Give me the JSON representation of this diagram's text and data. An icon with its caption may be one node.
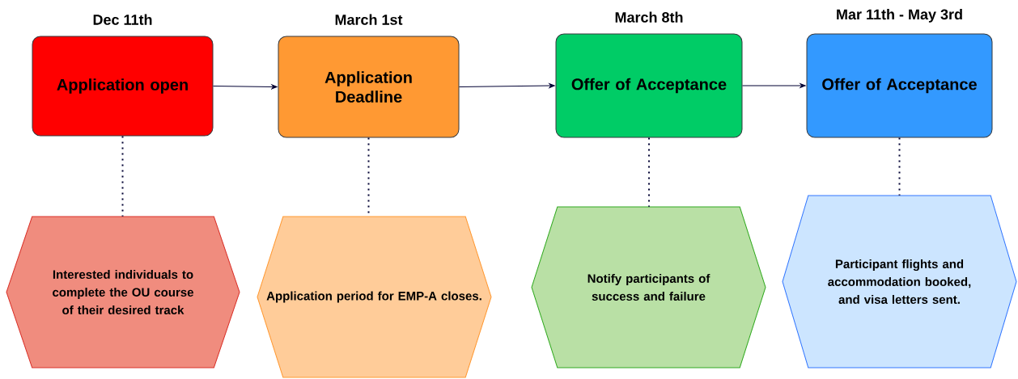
{
  "diagram": {
    "nodes": [
      {
        "text": [
          "Application open"
        ],
        "beside": [
          "Dec 11th"
        ]
      },
      {
        "text": [
          "Interested individuals to complete the OU course of their desired track"
        ]
      },
      {
        "text": [
          "Application Deadline"
        ],
        "beside": [
          "March 1st"
        ]
      },
      {
        "text": [
          "Application period for EMP-A closes."
        ]
      },
      {
        "text": [
          "Offer of Acceptance"
        ],
        "beside": [
          "March 8th"
        ]
      },
      {
        "text": [
          "Notify participants of success and failure"
        ]
      },
      {
        "text": [
          "Offer of Acceptance"
        ],
        "beside": [
          "Mar 11th - May 3rd"
        ]
      },
      {
        "text": [
          "Participant flights and accommodation booked, and visa letters sent."
        ]
      }
    ],
    "edges": [
      {
        "from": 0,
        "to": 2,
        "arrow": "to"
      },
      {
        "from": 2,
        "to": 4,
        "arrow": "to"
      },
      {
        "from": 4,
        "to": 6,
        "arrow": "to"
      },
      {
        "from": 0,
        "to": 1,
        "arrow": "none",
        "style": "dashed"
      },
      {
        "from": 2,
        "to": 3,
        "arrow": "none",
        "style": "dashed"
      },
      {
        "from": 4,
        "to": 5,
        "arrow": "none",
        "style": "dashed"
      },
      {
        "from": 6,
        "to": 7,
        "arrow": "none",
        "style": "dashed"
      }
    ]
  }
}
